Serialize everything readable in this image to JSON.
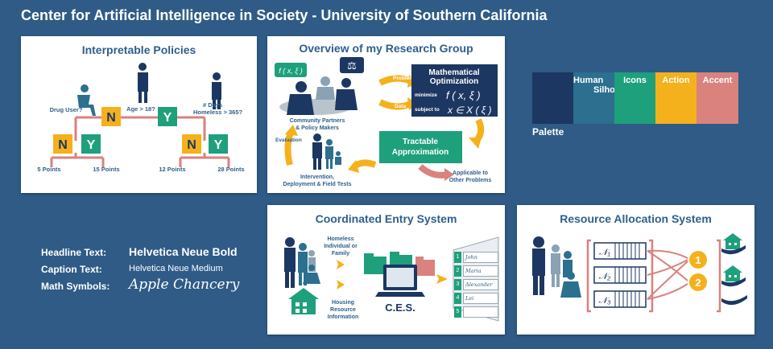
{
  "header": {
    "title": "Center for Artificial Intelligence in Society - University of Southern California"
  },
  "colors": {
    "navy": "#1c3762",
    "teal": "#2c6f8f",
    "green": "#1ea07c",
    "gold": "#f5b11c",
    "accent": "#d9827e",
    "panel_title": "#2e5f8c"
  },
  "interpretable": {
    "title": "Interpretable Policies",
    "q_drug": "Drug User?",
    "q_age": "Age > 18?",
    "q_days1": "# Days",
    "q_days2": "Homeless > 365?",
    "n": "N",
    "y": "Y",
    "p5": "5 Points",
    "p15": "15 Points",
    "p12": "12 Points",
    "p28": "28 Points"
  },
  "overview": {
    "title": "Overview of my Research Group",
    "fx": "f ( x, ξ )",
    "problem": "Problem",
    "data": "Data",
    "math1": "Mathematical",
    "math2": "Optimization",
    "minimize": "minimize",
    "min_expr": "f ( x, ξ )",
    "subject": "subject to",
    "subj_expr": "x ∈ X ( ξ )",
    "community1": "Community Partners",
    "community2": "& Policy Makers",
    "evaluation": "Evaluation",
    "tractable1": "Tractable",
    "tractable2": "Approximation",
    "intervention1": "Intervention,",
    "intervention2": "Deployment & Field Tests",
    "applicable1": "Applicable to",
    "applicable2": "Other Problems"
  },
  "palette": {
    "label": "Palette",
    "swatches": [
      {
        "label": "",
        "color": "#1c3762"
      },
      {
        "label": "Human Silhouettes",
        "color": "#2c6f8f"
      },
      {
        "label": "Icons",
        "color": "#1ea07c"
      },
      {
        "label": "Action",
        "color": "#f5b11c"
      },
      {
        "label": "Accent",
        "color": "#d9827e"
      }
    ]
  },
  "coordinated": {
    "title": "Coordinated Entry System",
    "homeless1": "Homeless",
    "homeless2": "Individual or",
    "homeless3": "Family",
    "housing1": "Housing",
    "housing2": "Resource",
    "housing3": "Information",
    "ces": "C.E.S.",
    "list": [
      {
        "n": "1",
        "name": "John"
      },
      {
        "n": "2",
        "name": "Maria"
      },
      {
        "n": "3",
        "name": "Alexander"
      },
      {
        "n": "4",
        "name": "Lei"
      },
      {
        "n": "5",
        "name": ""
      }
    ]
  },
  "resource": {
    "title": "Resource Allocation System",
    "queues": [
      "𝒩₁",
      "𝒩₂",
      "𝒩₃"
    ],
    "r1": "1",
    "r2": "2"
  },
  "fonts": {
    "headline_label": "Headline Text:",
    "headline_value": "Helvetica Neue Bold",
    "caption_label": "Caption Text:",
    "caption_value": "Helvetica Neue Medium",
    "math_label": "Math Symbols:",
    "math_value": "Apple Chancery"
  }
}
